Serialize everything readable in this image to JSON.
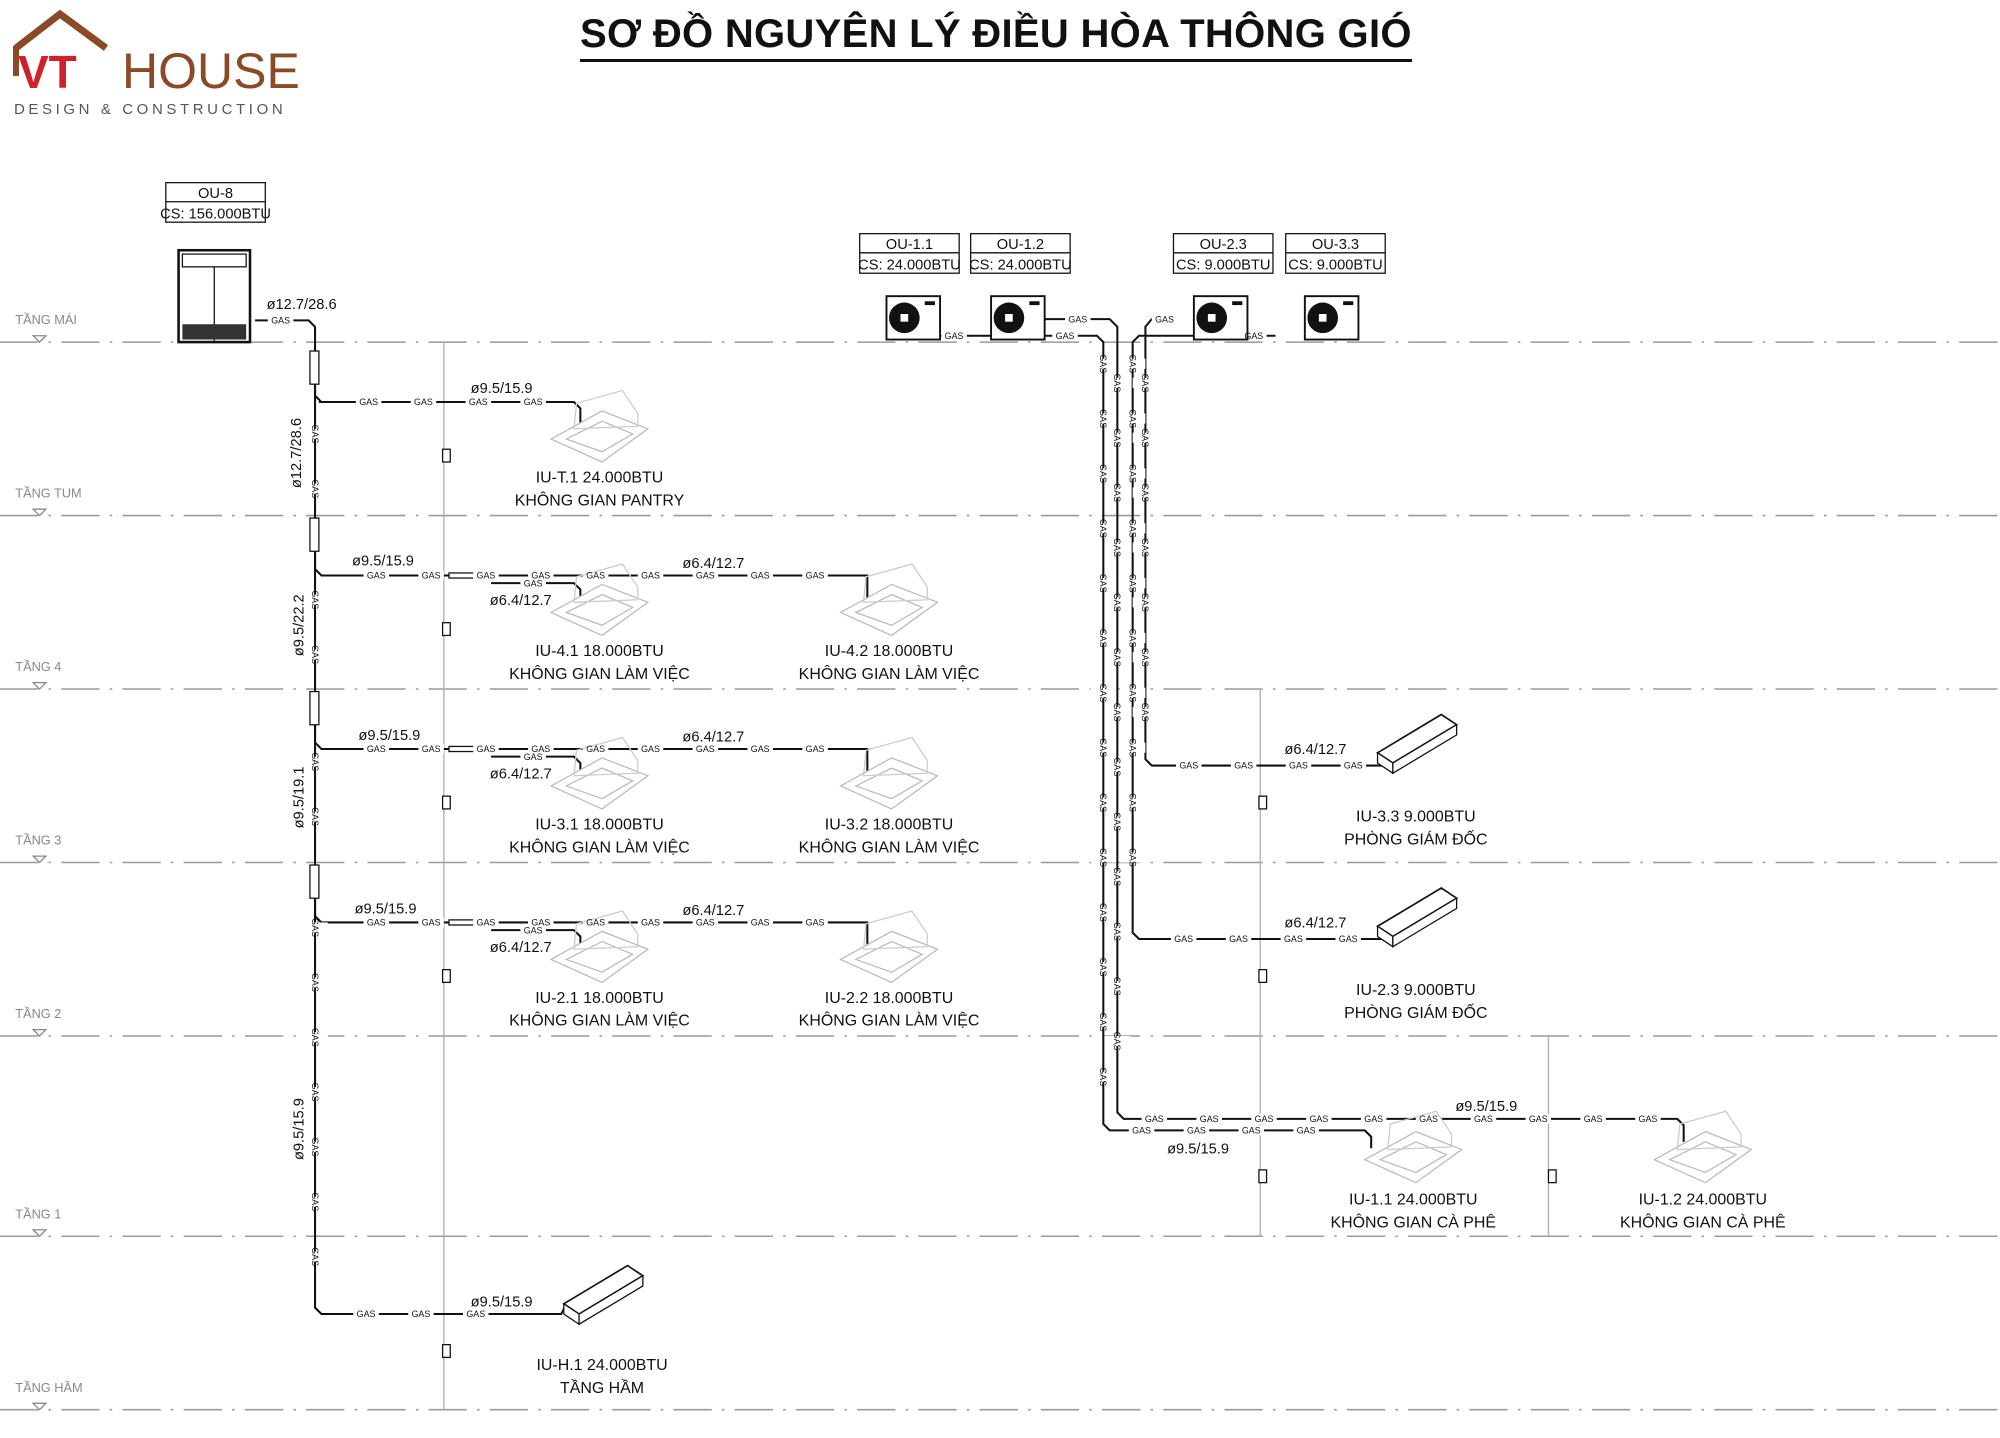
{
  "header": {
    "title": "SƠ ĐỒ NGUYÊN LÝ ĐIỀU HÒA THÔNG GIÓ",
    "logo": {
      "brand_vt": "VT",
      "brand_house": "HOUSE",
      "tagline": "DESIGN & CONSTRUCTION"
    }
  },
  "colors": {
    "logo_brown": "#8a4a26",
    "logo_red": "#d0202a",
    "pipe": "#111111",
    "grid": "#9a9a9a",
    "unit": "#b8b8b8"
  },
  "floors": [
    "TẦNG MÁI",
    "TẦNG TUM",
    "TẦNG 4",
    "TẦNG 3",
    "TẦNG 2",
    "TẦNG 1",
    "TẦNG HẦM"
  ],
  "outdoor_units": [
    {
      "name": "OU-8",
      "capacity": "CS: 156.000BTU"
    },
    {
      "name": "OU-1.1",
      "capacity": "CS: 24.000BTU"
    },
    {
      "name": "OU-1.2",
      "capacity": "CS: 24.000BTU"
    },
    {
      "name": "OU-2.3",
      "capacity": "CS: 9.000BTU"
    },
    {
      "name": "OU-3.3",
      "capacity": "CS: 9.000BTU"
    }
  ],
  "indoor_units": [
    {
      "name": "IU-T.1 24.000BTU",
      "room": "KHÔNG GIAN PANTRY"
    },
    {
      "name": "IU-4.1 18.000BTU",
      "room": "KHÔNG GIAN LÀM VIỆC"
    },
    {
      "name": "IU-4.2 18.000BTU",
      "room": "KHÔNG GIAN LÀM VIỆC"
    },
    {
      "name": "IU-3.1 18.000BTU",
      "room": "KHÔNG GIAN LÀM VIỆC"
    },
    {
      "name": "IU-3.2 18.000BTU",
      "room": "KHÔNG GIAN LÀM VIỆC"
    },
    {
      "name": "IU-2.1 18.000BTU",
      "room": "KHÔNG GIAN LÀM VIỆC"
    },
    {
      "name": "IU-2.2 18.000BTU",
      "room": "KHÔNG GIAN LÀM VIỆC"
    },
    {
      "name": "IU-3.3 9.000BTU",
      "room": "PHÒNG GIÁM ĐỐC"
    },
    {
      "name": "IU-2.3 9.000BTU",
      "room": "PHÒNG GIÁM ĐỐC"
    },
    {
      "name": "IU-1.1 24.000BTU",
      "room": "KHÔNG GIAN CÀ PHÊ"
    },
    {
      "name": "IU-1.2 24.000BTU",
      "room": "KHÔNG GIAN CÀ PHÊ"
    },
    {
      "name": "IU-H.1 24.000BTU",
      "room": "TẦNG HẦM"
    }
  ],
  "pipe_label": "GAS",
  "pipe_sizes": [
    "ø12.7/28.6",
    "ø12.7/28.6",
    "ø9.5/15.9",
    "ø9.5/15.9",
    "ø6.4/12.7",
    "ø6.4/12.7",
    "ø9.5/22.2",
    "ø9.5/15.9",
    "ø6.4/12.7",
    "ø6.4/12.7",
    "ø9.5/19.1",
    "ø9.5/15.9",
    "ø6.4/12.7",
    "ø6.4/12.7",
    "ø9.5/15.9",
    "ø9.5/15.9",
    "ø6.4/12.7",
    "ø6.4/12.7",
    "ø9.5/15.9",
    "ø9.5/15.9"
  ]
}
